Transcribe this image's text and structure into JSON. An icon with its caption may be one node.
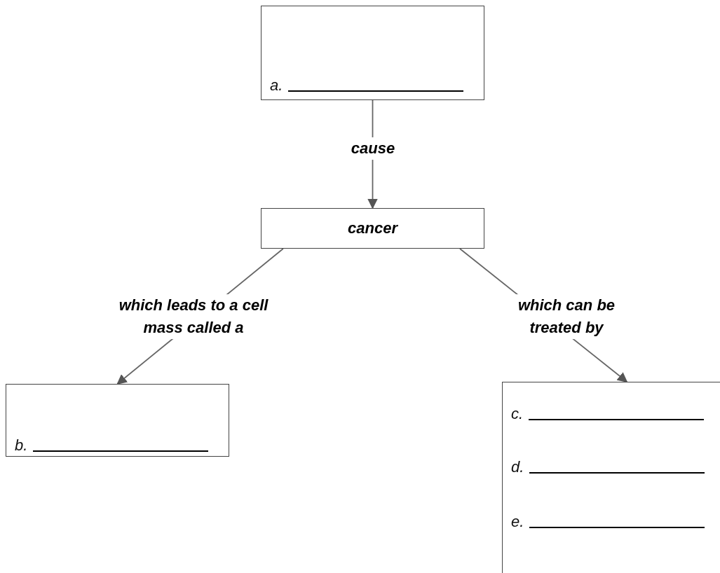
{
  "diagram": {
    "nodes": [
      {
        "text": [
          "a."
        ]
      },
      {
        "text": [
          "cancer"
        ]
      },
      {
        "text": [
          "b."
        ]
      },
      {
        "text": [
          "c.",
          "d.",
          "e."
        ]
      }
    ],
    "edges": [
      {
        "from": 0,
        "to": 1,
        "arrow": "to",
        "label": "cause"
      },
      {
        "from": 1,
        "to": 2,
        "arrow": "to",
        "label": "which leads to a cell mass called a"
      },
      {
        "from": 1,
        "to": 3,
        "arrow": "to",
        "label": "which can be treated by"
      }
    ]
  }
}
